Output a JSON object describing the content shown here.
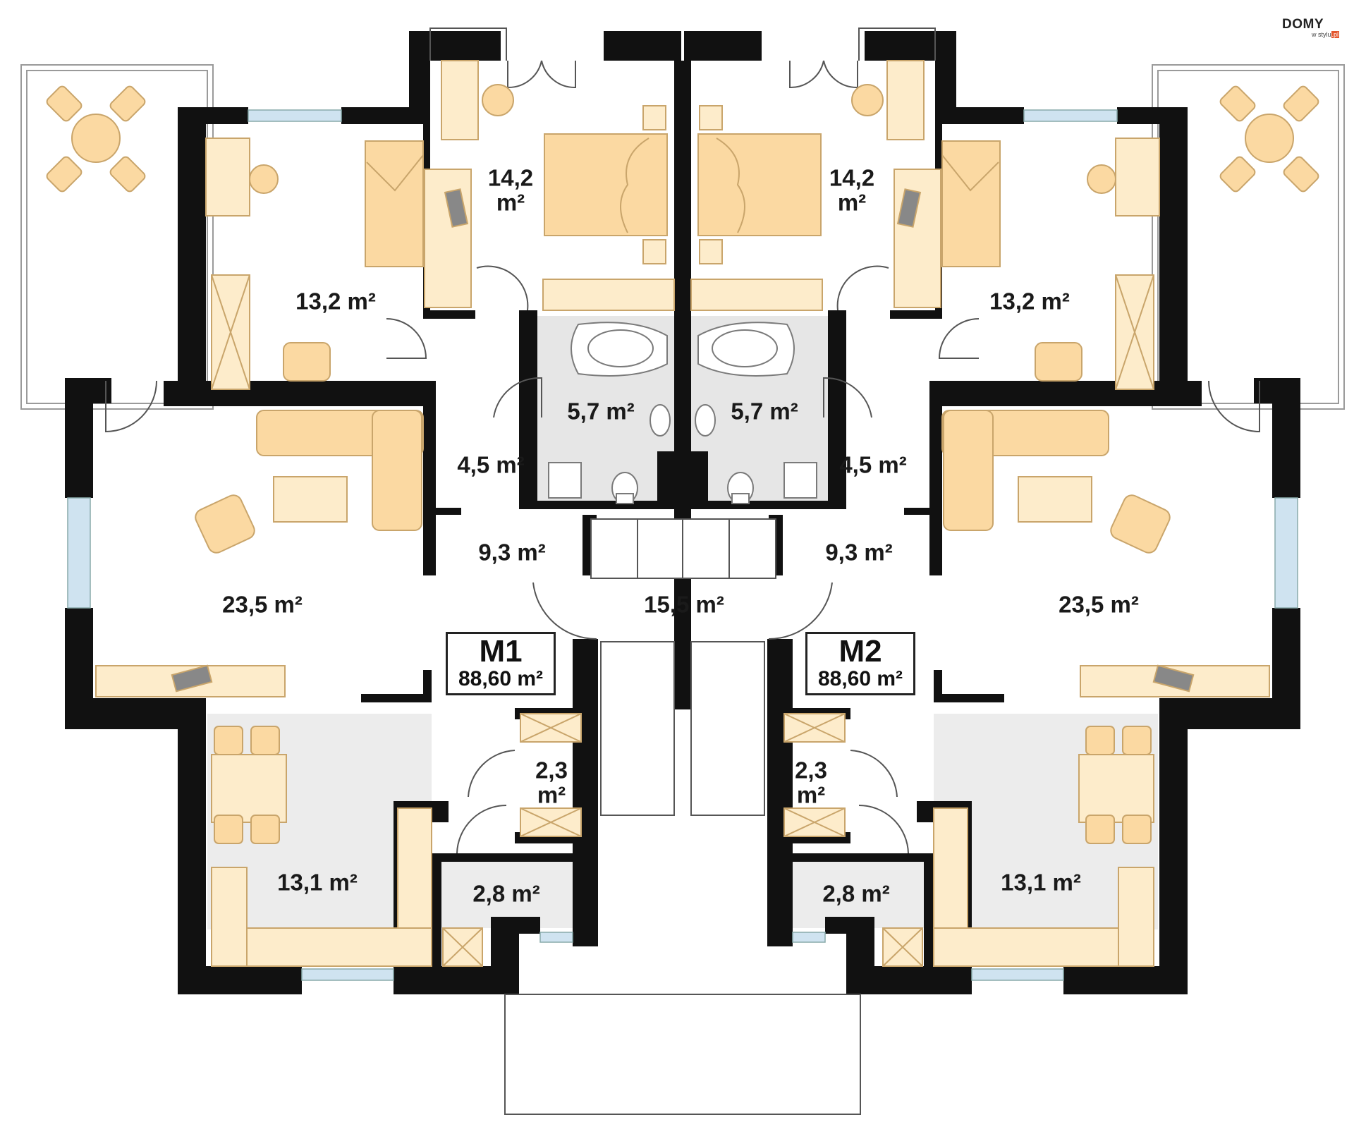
{
  "rooms": {
    "bedroom_small_left": {
      "area": "13,2 m²"
    },
    "bedroom_small_right": {
      "area": "13,2 m²"
    },
    "bedroom_master_left": {
      "area": "14,2",
      "unit": "m²"
    },
    "bedroom_master_right": {
      "area": "14,2",
      "unit": "m²"
    },
    "bath_left": {
      "area": "5,7 m²"
    },
    "bath_right": {
      "area": "5,7 m²"
    },
    "hall_left": {
      "area": "4,5 m²"
    },
    "hall_right": {
      "area": "4,5 m²"
    },
    "corridor_left": {
      "area": "9,3 m²"
    },
    "corridor_right": {
      "area": "9,3 m²"
    },
    "staircase_hall": {
      "area": "15,5 m²"
    },
    "living_left": {
      "area": "23,5 m²"
    },
    "living_right": {
      "area": "23,5 m²"
    },
    "storage_left": {
      "area": "2,3",
      "unit": "m²"
    },
    "storage_right": {
      "area": "2,3",
      "unit": "m²"
    },
    "wc_left": {
      "area": "2,8 m²"
    },
    "wc_right": {
      "area": "2,8 m²"
    },
    "kitchen_left": {
      "area": "13,1 m²"
    },
    "kitchen_right": {
      "area": "13,1 m²"
    }
  },
  "units": [
    {
      "name": "M1",
      "area": "88,60 m²"
    },
    {
      "name": "M2",
      "area": "88,60 m²"
    }
  ],
  "logo": {
    "brand": "DOMY",
    "sub": "w stylu",
    "suffix": ".pl"
  },
  "colors": {
    "wall": "#111111",
    "furniture": "#fbd9a2",
    "furniture_light": "#fdeccb",
    "furniture_stroke": "#c9a56b",
    "tile_floor": "#e6e6e6",
    "plant": "#3b8a2c"
  }
}
